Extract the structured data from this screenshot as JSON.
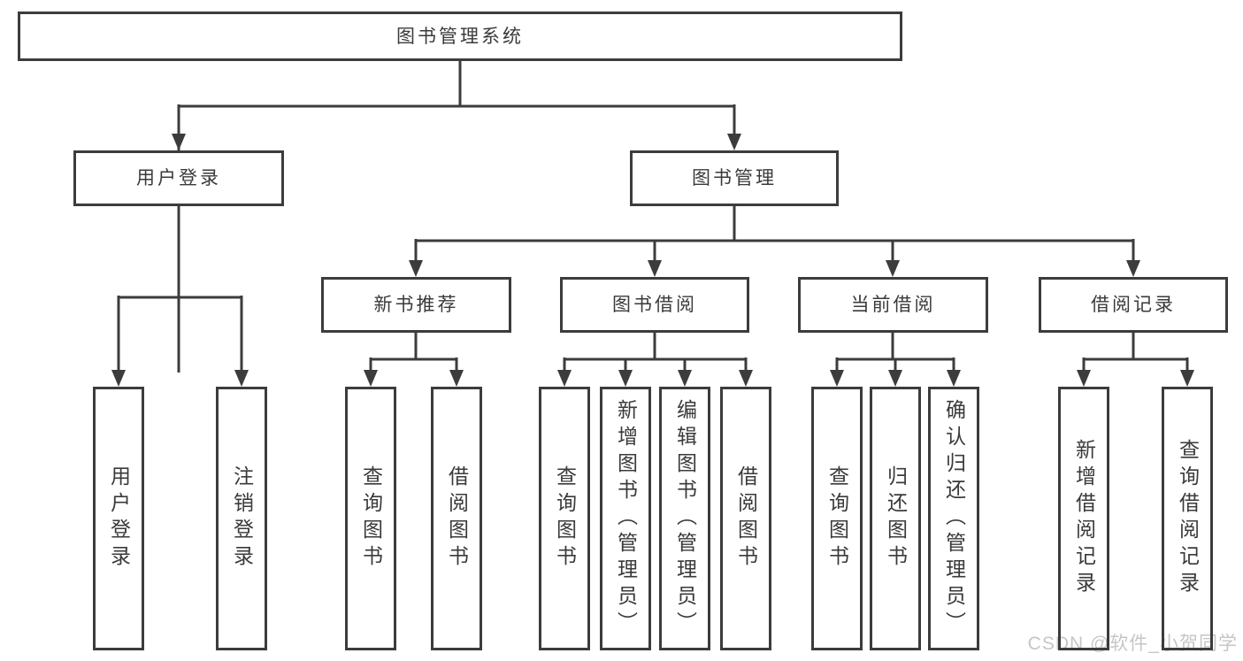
{
  "colors": {
    "line": "#3c3c3c",
    "text": "#3a3a3a",
    "box_background": "#ffffff",
    "watermark_text": "#c6c6c6"
  },
  "tree": {
    "root": {
      "label": "图书管理系统"
    },
    "branches": [
      {
        "label": "用户登录",
        "leaves": [
          "用户登录",
          "注销登录"
        ]
      },
      {
        "label": "图书管理",
        "children": [
          {
            "label": "新书推荐",
            "leaves": [
              "查询图书",
              "借阅图书"
            ]
          },
          {
            "label": "图书借阅",
            "leaves": [
              "查询图书",
              "新增图书（管理员）",
              "编辑图书（管理员）",
              "借阅图书"
            ]
          },
          {
            "label": "当前借阅",
            "leaves": [
              "查询图书",
              "归还图书",
              "确认归还（管理员）"
            ]
          },
          {
            "label": "借阅记录",
            "leaves": [
              "新增借阅记录",
              "查询借阅记录"
            ]
          }
        ]
      }
    ]
  },
  "watermark": {
    "text": "CSDN @软件_小贺同学"
  }
}
